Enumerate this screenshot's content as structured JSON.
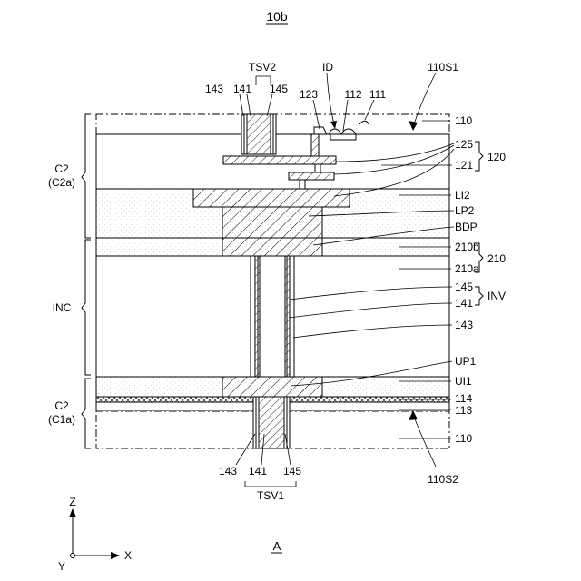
{
  "figure": {
    "title": "10b",
    "caption": "A"
  },
  "labels": {
    "tsv2": "TSV2",
    "id": "ID",
    "l110s1": "110S1",
    "l143_top": "143",
    "l141_top": "141",
    "l145_top": "145",
    "l123": "123",
    "l112": "112",
    "l111": "111",
    "l110_top": "110",
    "l125": "125",
    "l120": "120",
    "l121": "121",
    "li2": "LI2",
    "lp2": "LP2",
    "bdp": "BDP",
    "l210b": "210b",
    "l210a": "210a",
    "l210": "210",
    "l145_mid": "145",
    "l141_mid": "141",
    "inv": "INV",
    "l143_mid": "143",
    "up1": "UP1",
    "ui1": "UI1",
    "l114": "114",
    "l113": "113",
    "l110_bot": "110",
    "l110s2": "110S2",
    "l143_bot": "143",
    "l141_bot": "141",
    "l145_bot": "145",
    "tsv1": "TSV1",
    "c2_top": "C2",
    "c2a": "(C2a)",
    "inc": "INC",
    "c2_bot": "C2",
    "c1a": "(C1a)",
    "axis_z": "Z",
    "axis_x": "X",
    "axis_y": "Y"
  }
}
